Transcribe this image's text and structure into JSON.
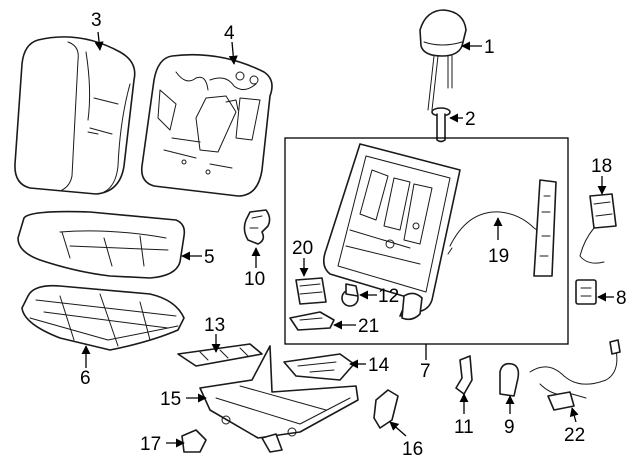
{
  "callouts": {
    "c1": "1",
    "c2": "2",
    "c3": "3",
    "c4": "4",
    "c5": "5",
    "c6": "6",
    "c7": "7",
    "c8": "8",
    "c9": "9",
    "c10": "10",
    "c11": "11",
    "c12": "12",
    "c13": "13",
    "c14": "14",
    "c15": "15",
    "c16": "16",
    "c17": "17",
    "c18": "18",
    "c19": "19",
    "c20": "20",
    "c21": "21",
    "c22": "22"
  },
  "colors": {
    "line": "#1a1a1a",
    "background": "#ffffff"
  }
}
